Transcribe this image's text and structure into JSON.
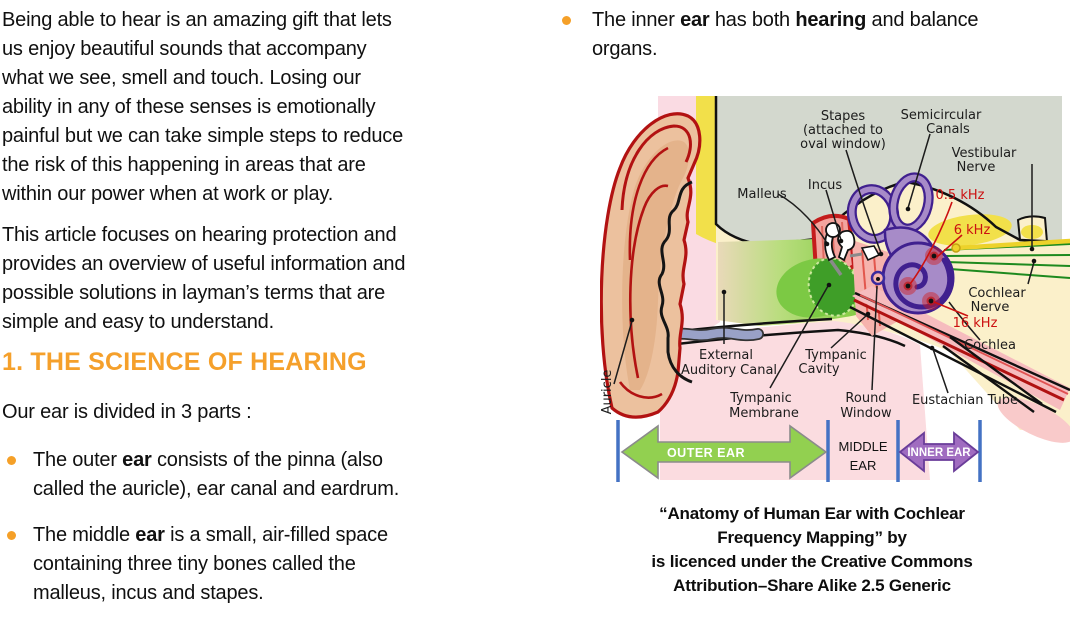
{
  "left_column": {
    "para1_lines": [
      "Being able to hear is an amazing gift that lets",
      "us enjoy beautiful sounds that accompany",
      "what we see, smell and touch. Losing our",
      "ability in any of these senses is emotionally",
      "painful but we can take simple steps to reduce",
      "the risk of this happening in areas that  are",
      "within our power when at work or play."
    ],
    "para2_lines": [
      "This article focuses on hearing protection and",
      "provides an overview of useful information and",
      "possible solutions in layman’s terms that are",
      "simple and easy to  understand."
    ],
    "heading": "1. THE SCIENCE OF HEARING",
    "intro_line": "Our ear is divided in 3 parts :",
    "bullets": [
      {
        "lines": [
          [
            {
              "t": "The outer "
            },
            {
              "t": "ear",
              "b": true
            },
            {
              "t": " consists of the pinna (also"
            }
          ],
          [
            {
              "t": "called the auricle), ear canal and  eardrum."
            }
          ]
        ]
      },
      {
        "lines": [
          [
            {
              "t": "The middle "
            },
            {
              "t": "ear",
              "b": true
            },
            {
              "t": " is a small, air-filled space"
            }
          ],
          [
            {
              "t": "containing three tiny bones called  the"
            }
          ],
          [
            {
              "t": "malleus, incus and stapes."
            }
          ]
        ]
      }
    ]
  },
  "right_column": {
    "bullet_lines": [
      [
        {
          "t": "The inner "
        },
        {
          "t": "ear",
          "b": true
        },
        {
          "t": " has both "
        },
        {
          "t": "hearing",
          "b": true
        },
        {
          "t": " and balance"
        }
      ],
      [
        {
          "t": "organs."
        }
      ]
    ],
    "caption_lines": [
      "“Anatomy of Human Ear with Cochlear",
      "Frequency Mapping”  by",
      "is licenced under the Creative Commons",
      "Attribution–Share Alike 2.5 Generic"
    ]
  },
  "diagram": {
    "labels": {
      "stapes": [
        "Stapes",
        "(attached to",
        "oval window)"
      ],
      "semicircular": [
        "Semicircular",
        "Canals"
      ],
      "vestibular": [
        "Vestibular",
        "Nerve"
      ],
      "malleus": "Malleus",
      "incus": "Incus",
      "cochlear_nerve": [
        "Cochlear",
        "Nerve"
      ],
      "cochlea": "Cochlea",
      "external": [
        "External",
        "Auditory Canal"
      ],
      "tympanic_cavity": [
        "Tympanic",
        "Cavity"
      ],
      "tympanic_membrane": [
        "Tympanic",
        "Membrane"
      ],
      "round_window": [
        "Round",
        "Window"
      ],
      "eustachian": "Eustachian Tube",
      "auricle": "Auricle"
    },
    "freq": {
      "f1": "0.5 kHz",
      "f2": "6 kHz",
      "f3": "16 kHz"
    },
    "scale": {
      "outer": "OUTER EAR",
      "middle_1": "MIDDLE",
      "middle_2": "EAR",
      "inner": "INNER EAR"
    }
  },
  "colors": {
    "heading_orange": "#F5A02B",
    "bullet_orange": "#F5A028",
    "frequency_red": "#cc1111",
    "scale_bar_blue": "#4472c4",
    "outer_ear_arrow_green": "#92d050",
    "inner_ear_arrow_purple": "#a06cc0",
    "bone_gray": "#d3d8ce",
    "labyrinth_purple": "#a78bc8"
  }
}
